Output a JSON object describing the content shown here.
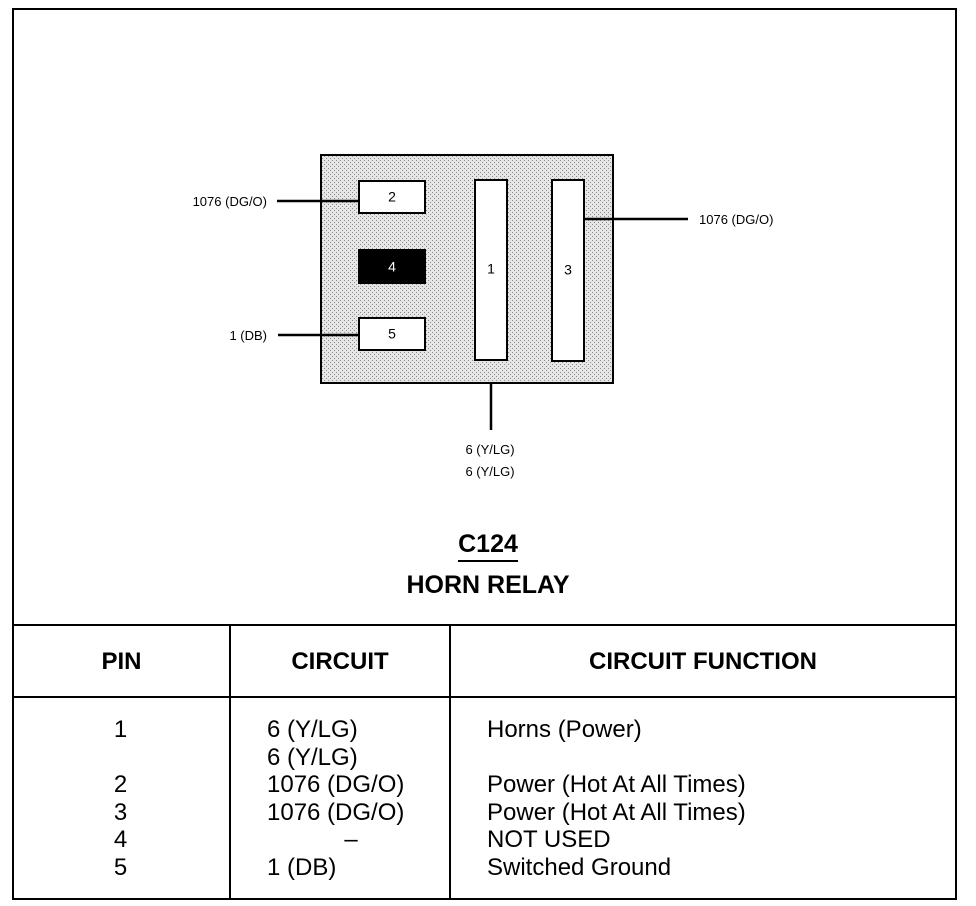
{
  "diagram": {
    "connector_id": "C124",
    "connector_name": "HORN RELAY",
    "pins": [
      {
        "num": "2",
        "wire_label": "1076 (DG/O)"
      },
      {
        "num": "4",
        "wire_label": ""
      },
      {
        "num": "5",
        "wire_label": "1 (DB)"
      },
      {
        "num": "1",
        "wire_label_line1": "6 (Y/LG)",
        "wire_label_line2": "6 (Y/LG)"
      },
      {
        "num": "3",
        "wire_label": "1076 (DG/O)"
      }
    ]
  },
  "table": {
    "headers": {
      "pin": "PIN",
      "circuit": "CIRCUIT",
      "function": "CIRCUIT FUNCTION"
    },
    "rows": [
      {
        "pin": "1",
        "circuit": "6 (Y/LG)",
        "function": "Horns (Power)"
      },
      {
        "pin": "",
        "circuit": "6 (Y/LG)",
        "function": ""
      },
      {
        "pin": "2",
        "circuit": "1076 (DG/O)",
        "function": "Power (Hot At All Times)"
      },
      {
        "pin": "3",
        "circuit": "1076 (DG/O)",
        "function": "Power (Hot At All Times)"
      },
      {
        "pin": "4",
        "circuit": "–",
        "function": "NOT USED"
      },
      {
        "pin": "5",
        "circuit": "1 (DB)",
        "function": "Switched Ground"
      }
    ]
  }
}
